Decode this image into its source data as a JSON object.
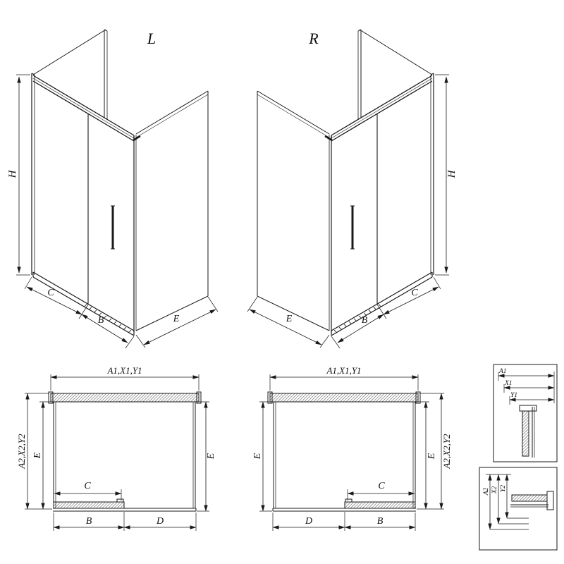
{
  "page": {
    "background": "#ffffff",
    "line_color": "#1a1a1a"
  },
  "views": {
    "iso_left": {
      "label": "L"
    },
    "iso_right": {
      "label": "R"
    }
  },
  "dim_labels": {
    "h": "H",
    "c": "C",
    "b": "B",
    "d": "D",
    "e": "E",
    "a1_combo": "A1,X1,Y1",
    "a2_combo": "A2,X2,Y2"
  },
  "detail_labels": {
    "a1": "A1",
    "x1": "X1",
    "y1": "Y1",
    "a2": "A2",
    "x2": "X2",
    "y2": "Y2"
  }
}
